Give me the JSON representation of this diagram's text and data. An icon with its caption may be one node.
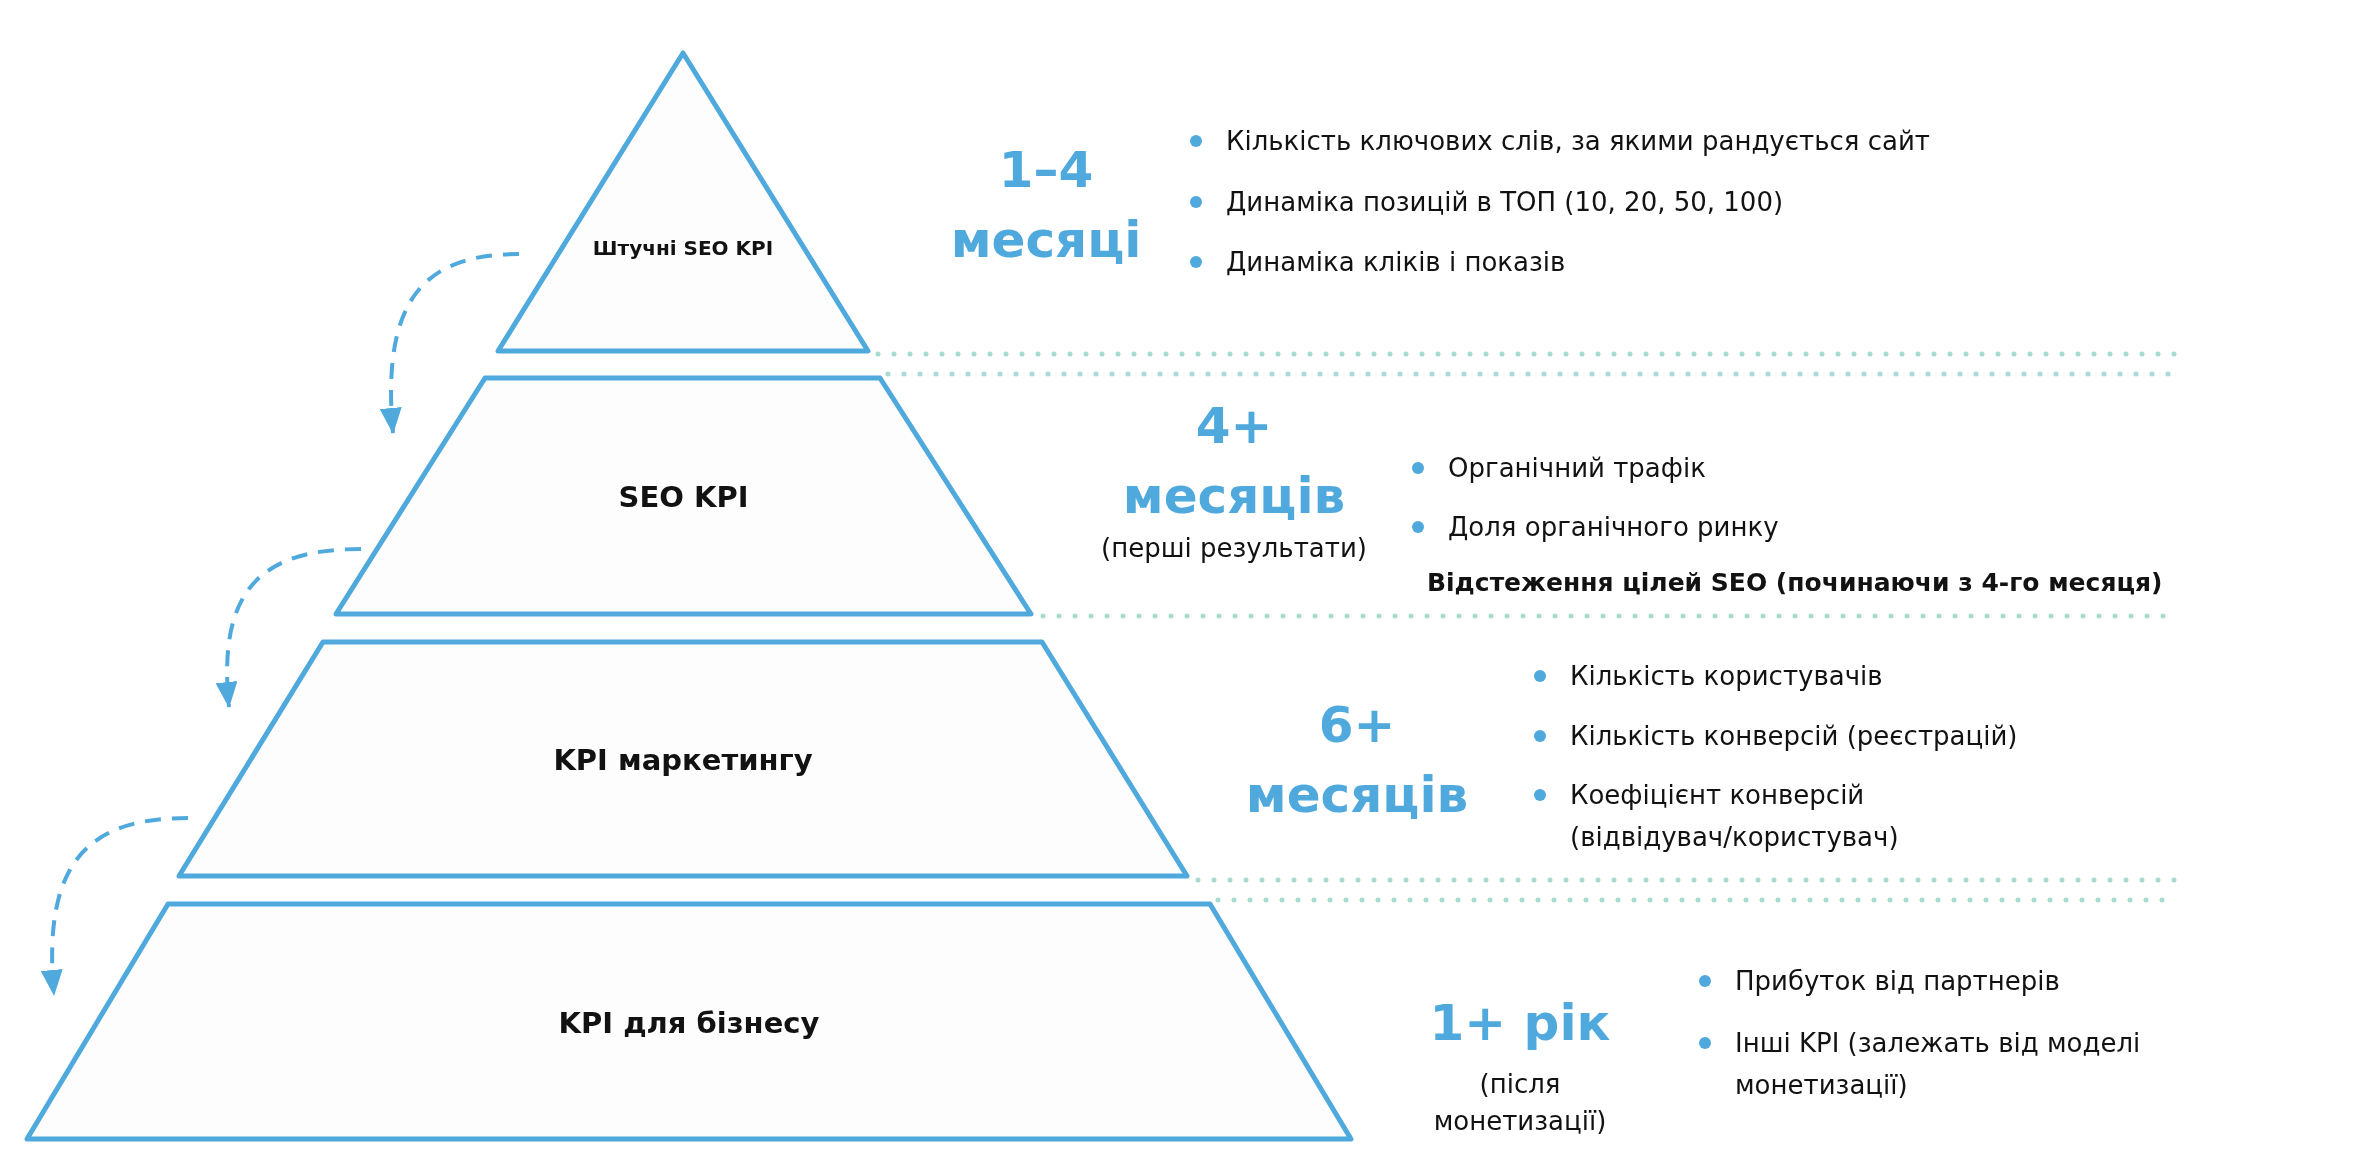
{
  "diagram": {
    "nodes": [
      {
        "text": [
          "Штучні SEO KPI"
        ],
        "beside": [
          "1–4 месяці",
          "Кількість ключових слів, за якими рандується сайт",
          "Динаміка позицій в ТОП (10, 20, 50, 100)",
          "Динаміка кліків і показів"
        ]
      },
      {
        "text": [
          "SEO KPI"
        ],
        "beside": [
          "4+ месяців",
          "(перші результати)",
          "Органічний трафік",
          "Доля органічного ринку",
          "Відстеження цілей SEO (починаючи з 4-го месяця)"
        ]
      },
      {
        "text": [
          "KPI маркетингу"
        ],
        "beside": [
          "6+ месяців",
          "Кількість користувачів",
          "Кількість конверсій (реєстрацій)",
          "Коефіцієнт конверсій (відвідувач/користувач)"
        ]
      },
      {
        "text": [
          "KPI для бізнесу"
        ],
        "beside": [
          "1+ рік",
          "(після монетизації)",
          "Прибуток від партнерів",
          "Інші KPI (залежать від моделі монетизації)"
        ]
      }
    ],
    "edges": [
      {
        "from": 0,
        "to": 1,
        "arrow": "to",
        "style": "dashed"
      },
      {
        "from": 1,
        "to": 2,
        "arrow": "to",
        "style": "dashed"
      },
      {
        "from": 2,
        "to": 3,
        "arrow": "to",
        "style": "dashed"
      }
    ]
  }
}
